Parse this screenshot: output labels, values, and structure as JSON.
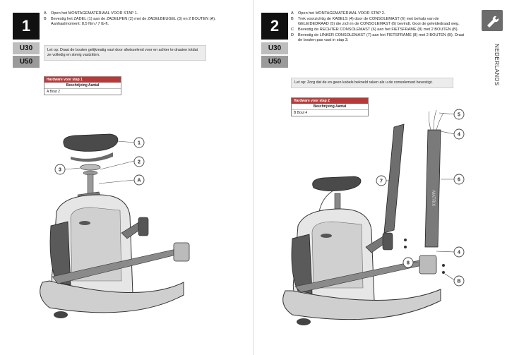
{
  "step1": {
    "number": "1",
    "models": [
      "U30",
      "U50"
    ],
    "instructions": [
      {
        "key": "A",
        "text": "Open het MONTAGEMATERIAAL VOOR STAP 1."
      },
      {
        "key": "B",
        "text": "Bevestig het ZADEL (1) aan de ZADELPEN (2) met de ZADELBEUGEL (3) en 2 BOUTEN (A). Aanhaalmoment: 8,5 Nm / 7 lb-ft."
      }
    ],
    "tip": "Let op: Draai de bouten gelijkmatig vast door afwisselend voor en achter te draaien totdat ze volledig en stevig vastzitten.",
    "hardware": {
      "header": "Hardware voor stap 1",
      "columns": "Beschrijving  Aantal",
      "row": "A  Bout  2"
    },
    "callouts": [
      "1",
      "2",
      "3",
      "A"
    ]
  },
  "step2": {
    "number": "2",
    "models": [
      "U30",
      "U50"
    ],
    "instructions": [
      {
        "key": "A",
        "text": "Open het MONTAGEMATERIAAL VOOR STAP 2."
      },
      {
        "key": "B",
        "text": "Trek voorzichtig de KABELS (4) door de CONSOLEMAST (6) met behulp van de GELEIDEDRAAD (5) die zich in de CONSOLEMAST (6) bevindt. Gooi de geleidedraad weg."
      },
      {
        "key": "C",
        "text": "Bevestig de RECHTER CONSOLEMAST (6) aan het FIETSFRAME (8) met 2 BOUTEN (B)."
      },
      {
        "key": "D",
        "text": "Bevestig de LINKER CONSOLEMAST (7) aan het FIETSFRAME (8) met 2 BOUTEN (B). Draai de bouten pas vast in stap 3."
      }
    ],
    "tip": "Let op: Zorg dat de en geen kabels bekneld raken als u de consolemast bevestigt.",
    "hardware": {
      "header": "Hardware voor stap 2",
      "columns": "Beschrijving  Aantal",
      "row": "B  Bout  4"
    },
    "callouts": [
      "5",
      "4",
      "6",
      "7",
      "4",
      "8",
      "B"
    ]
  },
  "language_tab": "NEDERLANDS",
  "icons": {
    "tab": "wrench-icon"
  },
  "colors": {
    "hardware_header": "#b73a3a",
    "step_box": "#111111",
    "tab": "#6c6c6c"
  }
}
